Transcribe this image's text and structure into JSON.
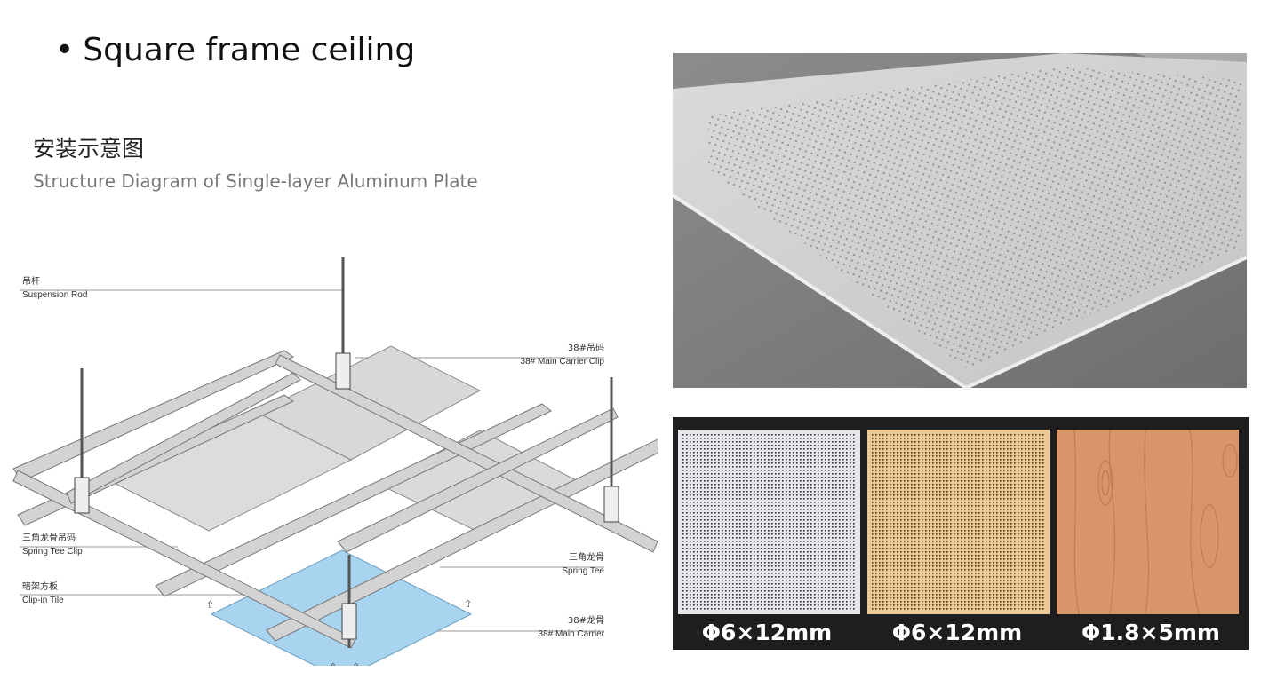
{
  "slide": {
    "title": "Square frame ceiling",
    "bullet": "•"
  },
  "diagram": {
    "heading_cn": "安装示意图",
    "heading_en": "Structure Diagram of Single-layer Aluminum Plate",
    "labels": [
      {
        "cn": "吊杆",
        "en": "Suspension Rod"
      },
      {
        "cn": "38#吊码",
        "en": "38# Main Carrier Clip"
      },
      {
        "cn": "三角龙骨吊码",
        "en": "Spring Tee Clip"
      },
      {
        "cn": "三角龙骨",
        "en": "Spring Tee"
      },
      {
        "cn": "暗架方板",
        "en": "Clip-in Tile"
      },
      {
        "cn": "38#龙骨",
        "en": "38#  Main Carrier"
      }
    ],
    "tile_color": "#a9d4ef"
  },
  "swatches": [
    {
      "label": "Φ6×12mm",
      "color": "#e6e7ea"
    },
    {
      "label": "Φ6×12mm",
      "color": "#ecc994"
    },
    {
      "label": "Φ1.8×5mm",
      "color": "#d9956a"
    }
  ]
}
